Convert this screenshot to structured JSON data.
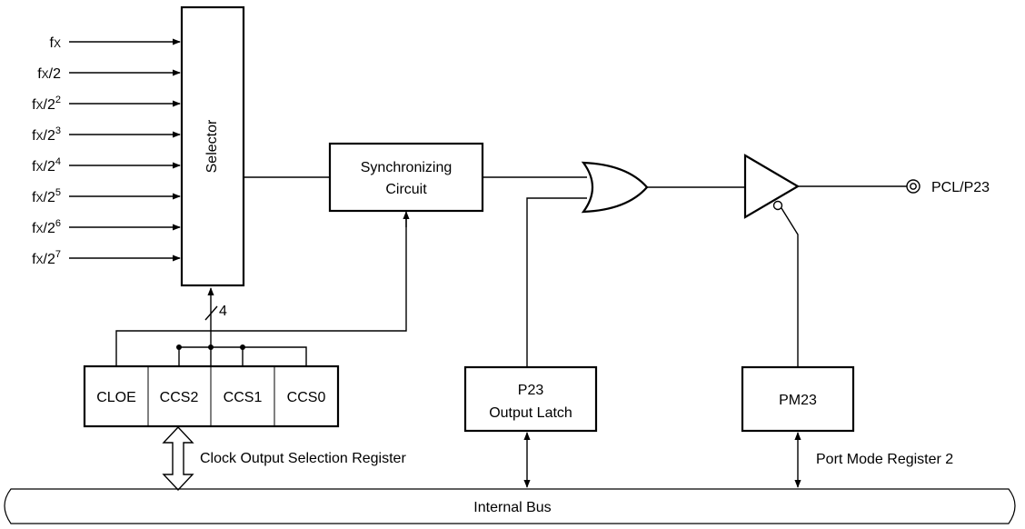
{
  "colors": {
    "stroke": "#000000",
    "background": "#ffffff"
  },
  "inputs": [
    {
      "base": "f",
      "sub": "X",
      "div": "",
      "exp": ""
    },
    {
      "base": "f",
      "sub": "X",
      "div": "/2",
      "exp": ""
    },
    {
      "base": "f",
      "sub": "X",
      "div": "/2",
      "exp": "2"
    },
    {
      "base": "f",
      "sub": "X",
      "div": "/2",
      "exp": "3"
    },
    {
      "base": "f",
      "sub": "X",
      "div": "/2",
      "exp": "4"
    },
    {
      "base": "f",
      "sub": "X",
      "div": "/2",
      "exp": "5"
    },
    {
      "base": "f",
      "sub": "X",
      "div": "/2",
      "exp": "6"
    },
    {
      "base": "f",
      "sub": "X",
      "div": "/2",
      "exp": "7"
    }
  ],
  "selector": {
    "label": "Selector"
  },
  "sync": {
    "line1": "Synchronizing",
    "line2": "Circuit"
  },
  "bus_width": "4",
  "register": {
    "cells": [
      "CLOE",
      "CCS2",
      "CCS1",
      "CCS0"
    ],
    "name": "Clock Output Selection Register"
  },
  "latch": {
    "line1": "P23",
    "line2": "Output Latch"
  },
  "pm": {
    "label": "PM23",
    "register": "Port Mode Register 2"
  },
  "output_pin": "PCL/P23",
  "bus": {
    "label": "Internal Bus"
  }
}
